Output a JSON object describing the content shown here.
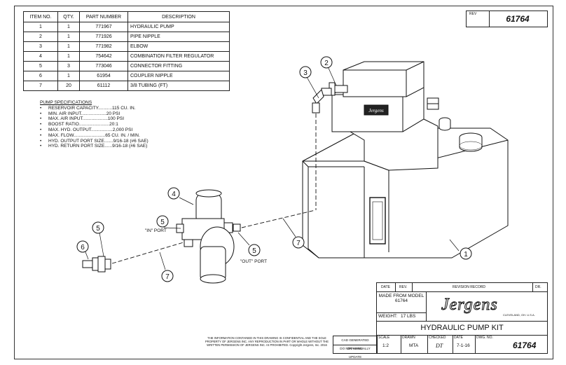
{
  "bom": {
    "headers": [
      "ITEM NO.",
      "QTY.",
      "PART NUMBER",
      "DESCRIPTION"
    ],
    "rows": [
      [
        "1",
        "1",
        "771967",
        "HYDRAULIC PUMP"
      ],
      [
        "2",
        "1",
        "771926",
        "PIPE NIPPLE"
      ],
      [
        "3",
        "1",
        "771982",
        "ELBOW"
      ],
      [
        "4",
        "1",
        "754642",
        "COMBINATION FILTER REGULATOR"
      ],
      [
        "5",
        "3",
        "773046",
        "CONNECTOR FITTING"
      ],
      [
        "6",
        "1",
        "61954",
        "COUPLER NIPPLE"
      ],
      [
        "7",
        "20",
        "61112",
        "3/8 TUBING (FT)"
      ]
    ]
  },
  "specs": {
    "title": "PUMP SPECIFICATIONS",
    "items": [
      {
        "label": "RESERVOIR CAPACITY...........",
        "value": "115 CU. IN."
      },
      {
        "label": "MIN. AIR INPUT....................",
        "value": "20 PSI"
      },
      {
        "label": "MAX. AIR INPUT....................",
        "value": "100 PSI"
      },
      {
        "label": "BOOST RATIO........................",
        "value": "20:1"
      },
      {
        "label": "MAX. HYD. OUTPUT.................",
        "value": "2,000 PSI"
      },
      {
        "label": "MAX. FLOW.........................",
        "value": "65 CU. IN. / MIN."
      },
      {
        "label": "HYD. OUTPUT PORT SIZE.......",
        "value": "9/16-18 (#6 SAE)"
      },
      {
        "label": "HYD. RETURN PORT SIZE......",
        "value": "9/16-18 (#6 SAE)"
      }
    ]
  },
  "rev_corner": {
    "label": "REV",
    "number": "61764"
  },
  "callouts": {
    "c1": "1",
    "c2": "2",
    "c3": "3",
    "c4": "4",
    "c5a": "5",
    "c5b": "5",
    "c5c": "5",
    "c6": "6",
    "c7a": "7",
    "c7b": "7"
  },
  "port_labels": {
    "in_port": "\"IN\" PORT",
    "out_port": "\"OUT\" PORT"
  },
  "logo_text": "Jergens",
  "title_block": {
    "revision_headers": {
      "date": "DATE",
      "rev": "REV.",
      "record": "REVISION RECORD",
      "dr": "DR."
    },
    "made_from_label": "MADE FROM MODEL",
    "made_from_value": "61764",
    "weight_label": "WEIGHT:",
    "weight_value": "17 LBS",
    "logo": "Jergens",
    "logo_sub": "CLEVELAND, OH. U.S.A.",
    "title": "HYDRAULIC PUMP KIT",
    "scale_label": "SCALE",
    "scale_value": "1:2",
    "drawn_label": "DRAWN",
    "drawn_value": "MTA",
    "checked_label": "CHECKED",
    "checked_value": "DT",
    "date_label": "DATE",
    "date_value": "7-1-16",
    "dwg_label": "DWG. NO.",
    "dwg_value": "61764"
  },
  "confidential_note": "THE INFORMATION CONTAINED IN THIS DRAWING IS CONFIDENTIAL AND THE SOLE PROPERTY OF JERGENS INC. ANY REPRODUCTION IN PART OR WHOLE WITHOUT THE WRITTEN PERMISSION OF JERGENS INC. IS PROHIBITED. Copyright Jergens, Inc. 2016",
  "cad_note": {
    "line1": "CAD GENERATED DRAWING.",
    "line2": "DO NOT MANUALLY UPDATE"
  }
}
